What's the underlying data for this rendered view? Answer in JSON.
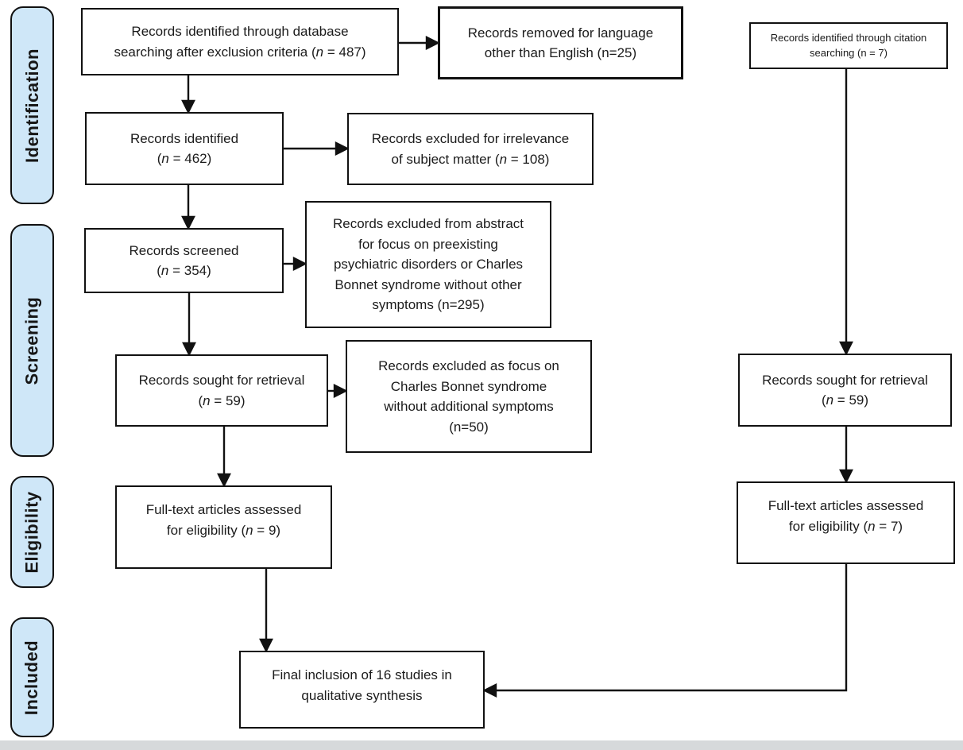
{
  "figure": {
    "type": "prisma-flow-diagram",
    "stages": [
      {
        "id": "identification",
        "label": "Identification"
      },
      {
        "id": "screening",
        "label": "Screening"
      },
      {
        "id": "eligibility",
        "label": "Eligibility"
      },
      {
        "id": "included",
        "label": "Included"
      }
    ],
    "boxes": {
      "db_search": {
        "text": "Records identified through database\nsearching after exclusion criteria (n = 487)",
        "count": 487
      },
      "lang_removed": {
        "text": "Records removed for language\nother than English (n=25)",
        "count": 25
      },
      "citation": {
        "text": "Records identified through citation\nsearching (n = 7)",
        "count": 7
      },
      "identified": {
        "text": "Records identified\n(n = 462)",
        "count": 462
      },
      "irrelevance": {
        "text": "Records excluded for irrelevance\nof subject matter (n = 108)",
        "count": 108
      },
      "screened": {
        "text": "Records screened\n(n = 354)",
        "count": 354
      },
      "abstract_excluded": {
        "text": "Records excluded from abstract\nfor focus on preexisting\npsychiatric disorders or Charles\nBonnet syndrome without other\nsymptoms (n=295)",
        "count": 295
      },
      "retrieval_left": {
        "text": "Records sought for retrieval\n(n = 59)",
        "count": 59
      },
      "cbs_excluded": {
        "text": "Records excluded as focus on\nCharles Bonnet syndrome\nwithout additional symptoms\n(n=50)",
        "count": 50
      },
      "retrieval_right": {
        "text": "Records sought for retrieval\n(n = 59)",
        "count": 59
      },
      "fulltext_left": {
        "text": "Full-text articles assessed\nfor eligibility (n = 9)",
        "count": 9
      },
      "fulltext_right": {
        "text": "Full-text articles assessed\nfor eligibility (n = 7)",
        "count": 7
      },
      "final": {
        "text": "Final inclusion of 16 studies in\nqualitative synthesis",
        "count": 16
      }
    },
    "colors": {
      "stage_fill": "#cfe7f8",
      "stage_border": "#111111",
      "box_border": "#111111",
      "arrow": "#111111",
      "text": "#1b1b1b"
    }
  }
}
